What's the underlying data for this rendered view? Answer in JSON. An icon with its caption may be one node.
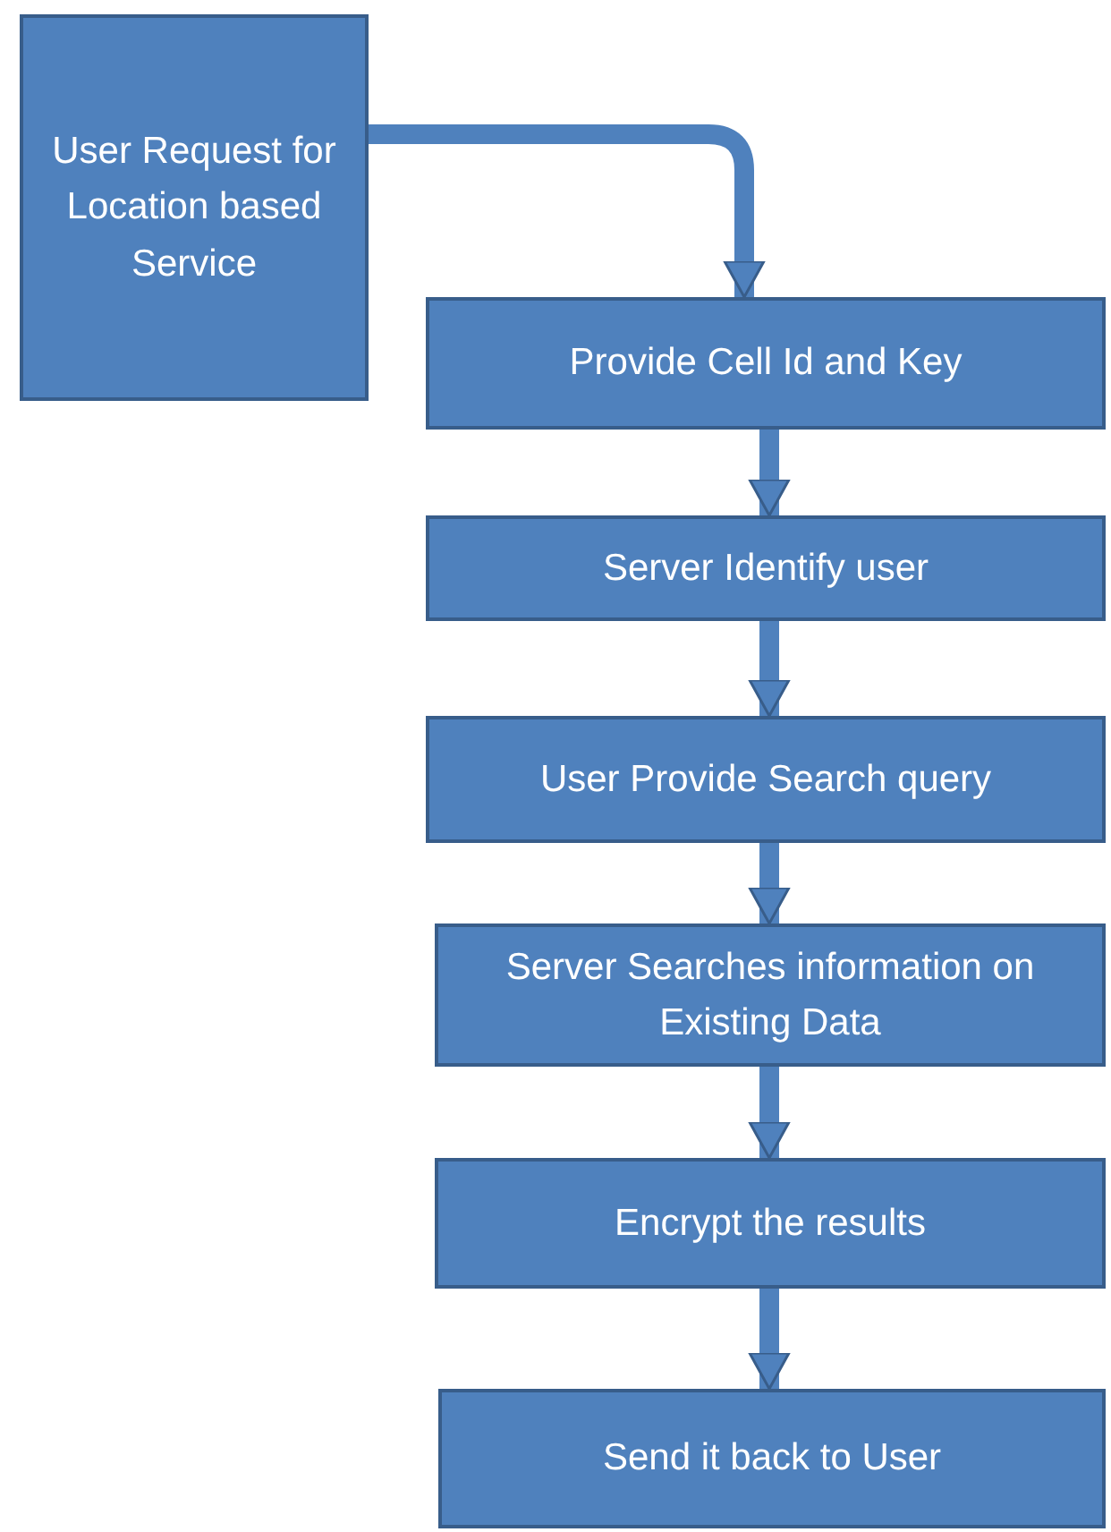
{
  "diagram": {
    "nodes": [
      {
        "text": [
          "User Request for Location based Service"
        ]
      },
      {
        "text": [
          "Provide Cell Id and Key"
        ]
      },
      {
        "text": [
          "Server Identify user"
        ]
      },
      {
        "text": [
          "User Provide Search query"
        ]
      },
      {
        "text": [
          "Server Searches information on Existing Data"
        ]
      },
      {
        "text": [
          "Encrypt the results"
        ]
      },
      {
        "text": [
          "Send it back to User"
        ]
      }
    ],
    "edges": [
      {
        "from": 0,
        "to": 1,
        "arrow": "to"
      },
      {
        "from": 1,
        "to": 2,
        "arrow": "to"
      },
      {
        "from": 2,
        "to": 3,
        "arrow": "to"
      },
      {
        "from": 3,
        "to": 4,
        "arrow": "to"
      },
      {
        "from": 4,
        "to": 5,
        "arrow": "to"
      },
      {
        "from": 5,
        "to": 6,
        "arrow": "to"
      }
    ]
  }
}
